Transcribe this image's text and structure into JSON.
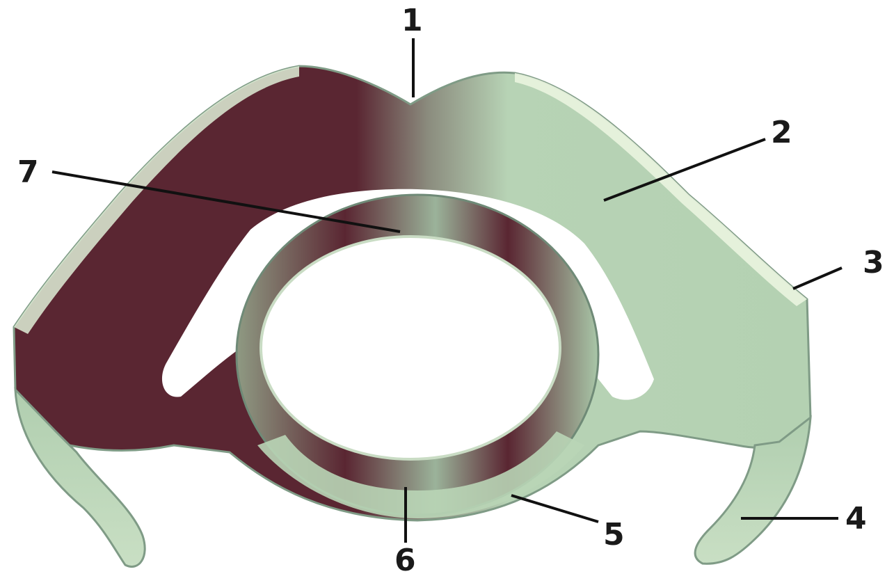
{
  "diagram": {
    "colors": {
      "background": "#ffffff",
      "cartilage_dark": "#5a2632",
      "cartilage_light": "#b7d3b5",
      "highlight": "#eaf4df",
      "outline": "#7f9b86"
    },
    "labels": [
      {
        "id": "1",
        "text": "1"
      },
      {
        "id": "2",
        "text": "2"
      },
      {
        "id": "3",
        "text": "3"
      },
      {
        "id": "4",
        "text": "4"
      },
      {
        "id": "5",
        "text": "5"
      },
      {
        "id": "6",
        "text": "6"
      },
      {
        "id": "7",
        "text": "7"
      }
    ]
  }
}
